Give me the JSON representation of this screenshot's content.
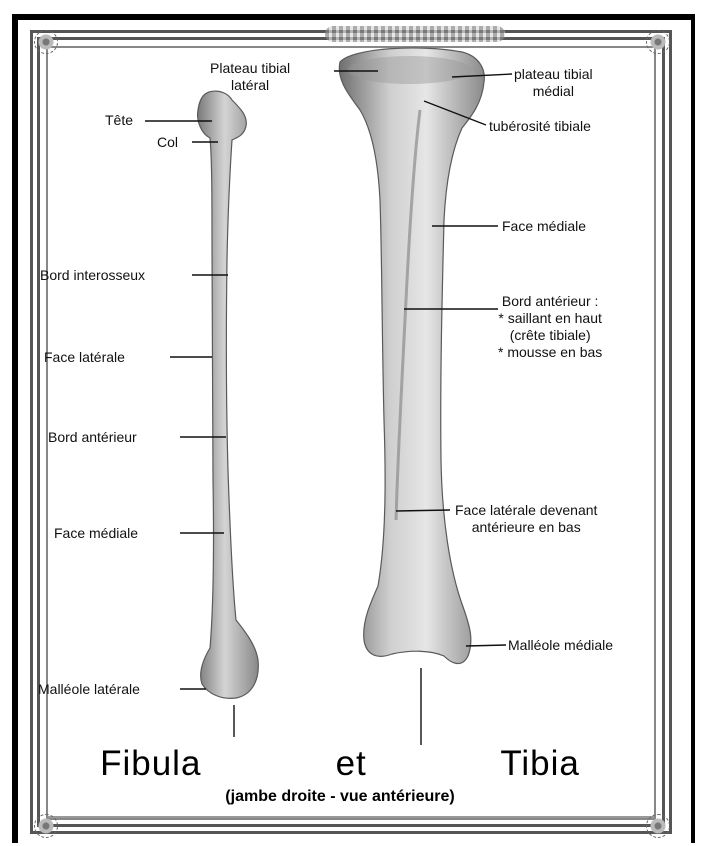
{
  "title": "Fibula   et   Tibia",
  "subtitle": "(jambe droite - vue antérieure)",
  "labels": {
    "plateau_lateral_1": "Plateau tibial",
    "plateau_lateral_2": "latéral",
    "plateau_medial_1": "plateau tibial",
    "plateau_medial_2": "médial",
    "tete": "Tête",
    "col": "Col",
    "tuberosite": "tubérosité tibiale",
    "face_mediale_tibia": "Face médiale",
    "bord_interosseux": "Bord interosseux",
    "bord_anterieur_tibia_1": "Bord antérieur :",
    "bord_anterieur_tibia_2": "* saillant en haut",
    "bord_anterieur_tibia_3": "(crête tibiale)",
    "bord_anterieur_tibia_4": "* mousse en bas",
    "face_laterale_fibula": "Face latérale",
    "bord_anterieur_fibula": "Bord antérieur",
    "face_laterale_tibia_1": "Face latérale devenant",
    "face_laterale_tibia_2": "antérieure en bas",
    "face_mediale_fibula": "Face médiale",
    "malleole_mediale": "Malléole médiale",
    "malleole_laterale": "Malléole latérale"
  },
  "colors": {
    "bone_light": "#d9d9d9",
    "bone_mid": "#a8a8a8",
    "bone_dark": "#6f6f6f",
    "line": "#111111"
  }
}
